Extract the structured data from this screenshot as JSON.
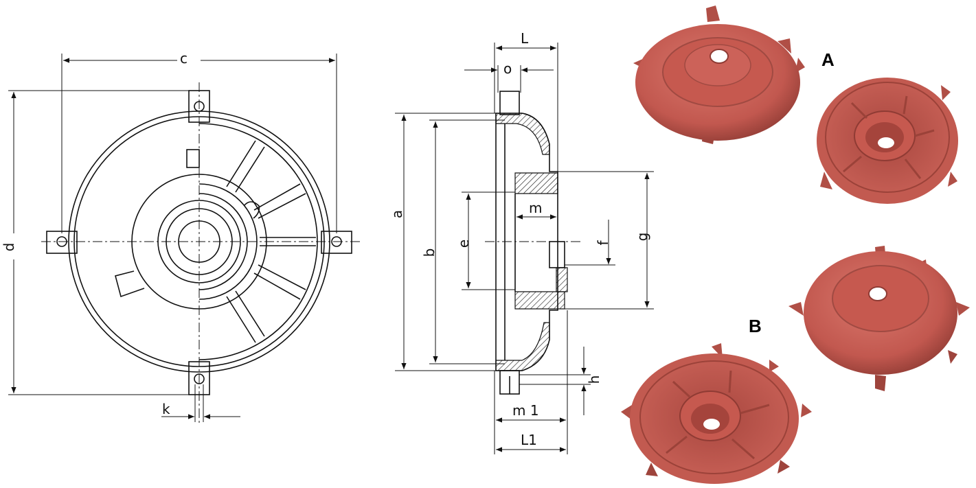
{
  "drawing": {
    "labels": {
      "c": "c",
      "d": "d",
      "k": "k",
      "L": "L",
      "o": "o",
      "a": "a",
      "b": "b",
      "e": "e",
      "m": "m",
      "f": "f",
      "g": "g",
      "h": "h",
      "m1": "m 1",
      "L1": "L1"
    }
  },
  "photos": {
    "label_a": "A",
    "label_b": "B"
  },
  "colors": {
    "line": "#111111",
    "casting": "#c2584f",
    "casting_dark": "#8f3b34",
    "casting_light": "#d9776c"
  }
}
